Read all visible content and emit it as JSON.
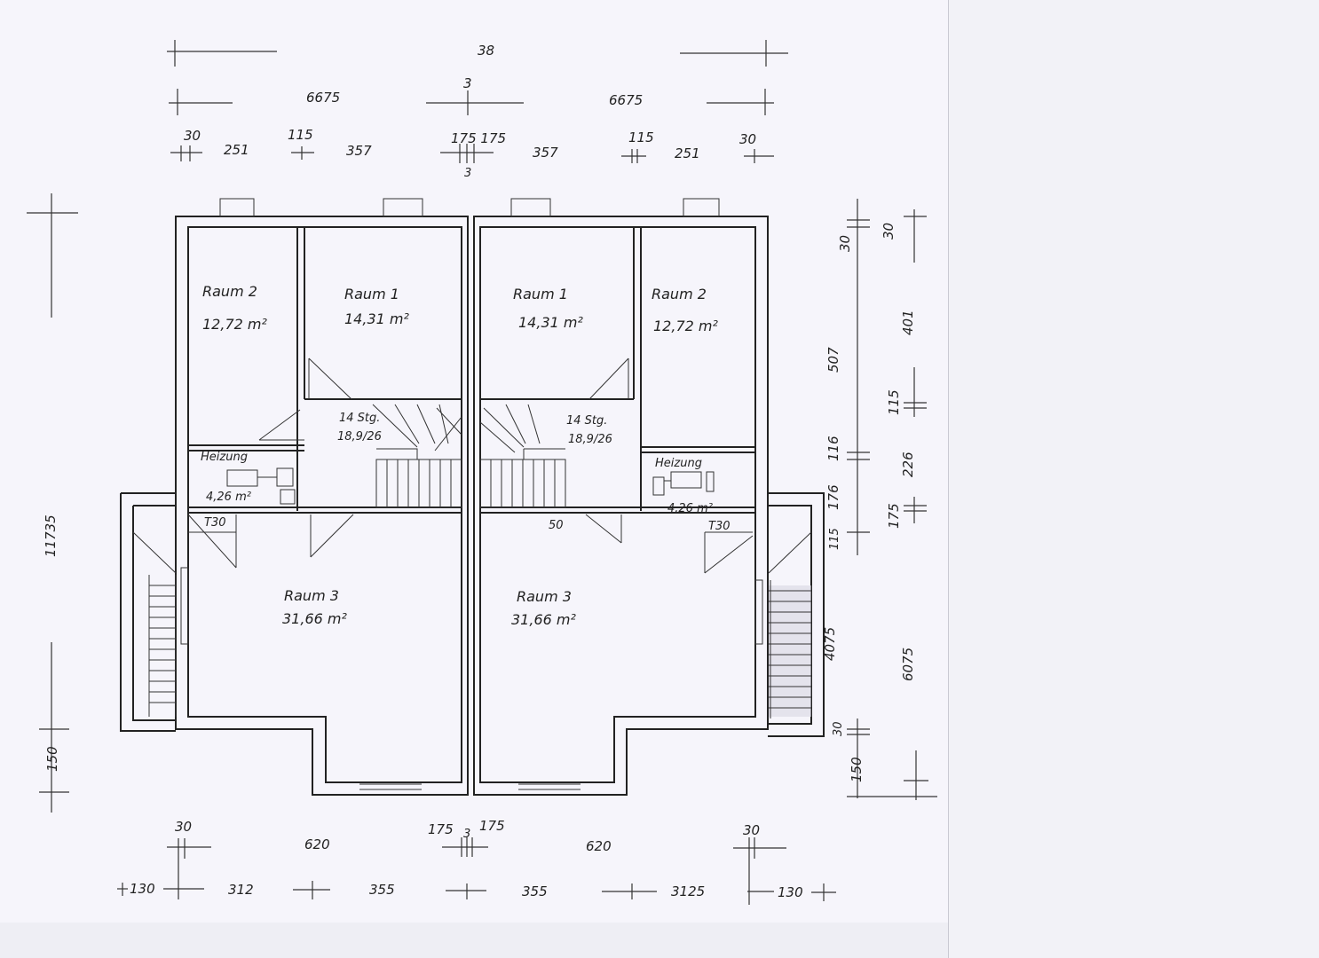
{
  "plan": {
    "top_dims": {
      "overall": "38",
      "half_left": "6675",
      "center": "3",
      "half_right": "6675",
      "row3": [
        "30",
        "251",
        "115",
        "357",
        "175 175",
        "357",
        "115",
        "251",
        "30"
      ],
      "center_low": "3"
    },
    "bottom_dims": {
      "row1": [
        "30",
        "620",
        "175",
        "3",
        "175",
        "620",
        "30"
      ],
      "row2": [
        "130",
        "312",
        "355",
        "355",
        "3125",
        "130"
      ]
    },
    "left_dims": {
      "overall": "11735",
      "bottom": "150"
    },
    "right_dims": {
      "inner": [
        "30",
        "507",
        "116",
        "176",
        "115",
        "4075",
        "30",
        "150"
      ],
      "outer": [
        "30",
        "401",
        "115",
        "226",
        "175",
        "6075"
      ]
    },
    "rooms": {
      "left_raum2": {
        "name": "Raum 2",
        "area": "12,72 m²"
      },
      "left_raum1": {
        "name": "Raum  1",
        "area": "14,31 m²"
      },
      "right_raum1": {
        "name": "Raum 1",
        "area": "14,31 m²"
      },
      "right_raum2": {
        "name": "Raum 2",
        "area": "12,72 m²"
      },
      "left_heizung": {
        "name": "Heizung",
        "area": "4,26 m²",
        "door": "T30"
      },
      "right_heizung": {
        "name": "Heizung",
        "area": "4,26 m²",
        "door": "T30"
      },
      "left_stair": {
        "label": "14 Stg.",
        "value": "18,9/26"
      },
      "right_stair": {
        "label": "14 Stg.",
        "value": "18,9/26"
      },
      "left_raum3": {
        "name": "Raum 3",
        "area": "31,66 m²"
      },
      "right_raum3": {
        "name": "Raum 3",
        "area": "31,66 m²"
      },
      "door_note": "50"
    }
  }
}
